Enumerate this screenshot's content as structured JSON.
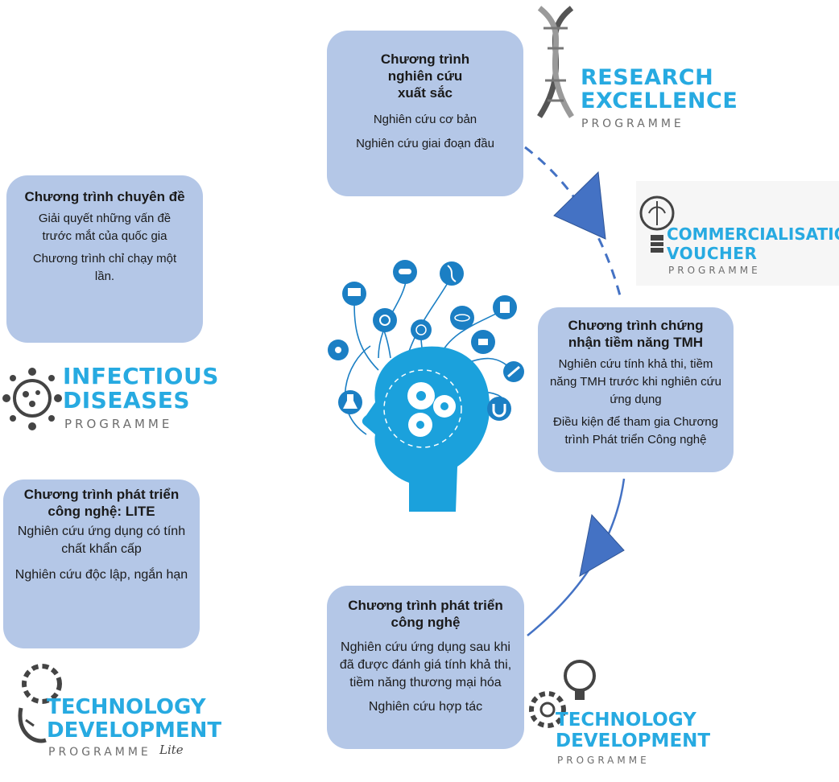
{
  "boxes": {
    "research": {
      "title": "Chương trình\nnghiên cứu\nxuất sắc",
      "lines": [
        "Nghiên cứu cơ bản",
        "Nghiên cứu giai đoạn đầu"
      ]
    },
    "thematic": {
      "title": "Chương trình chuyên đề",
      "lines": [
        "Giải quyết những vấn đề trước mắt của quốc gia",
        "Chương trình chỉ chạy một lần."
      ]
    },
    "commercial": {
      "title": "Chương trình chứng nhận tiềm năng TMH",
      "lines": [
        "Nghiên cứu tính khả thi, tiềm năng TMH trước khi nghiên cứu ứng dụng",
        "Điều kiện để tham gia Chương trình Phát triển Công nghệ"
      ]
    },
    "lite": {
      "title": "Chương trình phát triển công nghệ: LITE",
      "lines": [
        "Nghiên cứu ứng dụng có tính chất khẩn cấp",
        "Nghiên cứu độc lập, ngắn hạn"
      ]
    },
    "techdev": {
      "title": "Chương trình phát triển công nghệ",
      "lines": [
        "Nghiên cứu ứng dụng sau khi đã được đánh giá tính khả thi, tiềm năng thương mại hóa",
        "Nghiên cứu hợp tác"
      ]
    }
  },
  "logos": {
    "research": {
      "line1": "RESEARCH",
      "line2": "EXCELLENCE",
      "sub": "PROGRAMME",
      "icon": "dna-icon"
    },
    "commercial": {
      "line1": "COMMERCIALISATION",
      "line2": "VOUCHER",
      "sub": "PROGRAMME",
      "icon": "brain-bulb-icon"
    },
    "infectious": {
      "line1": "INFECTIOUS",
      "line2": "DISEASES",
      "sub": "PROGRAMME",
      "icon": "virus-icon"
    },
    "lite": {
      "line1": "TECHNOLOGY",
      "line2": "DEVELOPMENT",
      "sub": "PROGRAMME",
      "suffix": "Lite",
      "icon": "gear-head-icon"
    },
    "techdev": {
      "line1": "TECHNOLOGY",
      "line2": "DEVELOPMENT",
      "sub": "PROGRAMME",
      "icon": "gear-bulb-icon"
    }
  },
  "colors": {
    "box_fill": "#b4c7e7",
    "arrow": "#4472c4",
    "logo_blue": "#27aae1",
    "head_blue": "#1ba1dc"
  }
}
